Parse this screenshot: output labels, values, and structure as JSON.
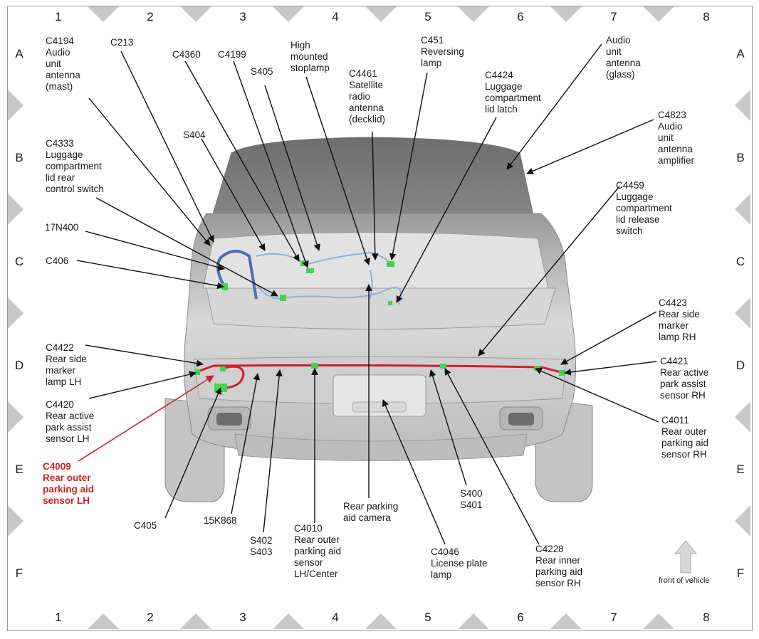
{
  "grid": {
    "columns": [
      "1",
      "2",
      "3",
      "4",
      "5",
      "6",
      "7",
      "8"
    ],
    "rows": [
      "A",
      "B",
      "C",
      "D",
      "E",
      "F"
    ]
  },
  "labels": {
    "c4194": "C4194\nAudio\nunit\nantenna\n(mast)",
    "c213": "C213",
    "c4360": "C4360",
    "c4199": "C4199",
    "s405": "S405",
    "high_stoplamp": "High\nmounted\nstoplamp",
    "c4461": "C4461\nSatellite\nradio\nantenna\n(decklid)",
    "c451": "C451\nReversing\nlamp",
    "c4424": "C4424\nLuggage\ncompartment\nlid latch",
    "audio_glass": "Audio\nunit\nantenna\n(glass)",
    "c4823": "C4823\nAudio\nunit\nantenna\namplifier",
    "c4333": "C4333\nLuggage\ncompartment\nlid rear\ncontrol switch",
    "s404": "S404",
    "c4459": "C4459\nLuggage\ncompartment\nlid release\nswitch",
    "n17n400": "17N400",
    "c406": "C406",
    "c4423": "C4423\nRear side\nmarker\nlamp RH",
    "c4422": "C4422\nRear side\nmarker\nlamp LH",
    "c4421": "C4421\nRear active\npark assist\nsensor RH",
    "c4420": "C4420\nRear active\npark assist\nsensor LH",
    "c4011": "C4011\nRear outer\nparking aid\nsensor RH",
    "c4009": "C4009\nRear outer\nparking aid\nsensor LH",
    "c405": "C405",
    "k15k868": "15K868",
    "s402": "S402\nS403",
    "c4010": "C4010\nRear outer\nparking aid\nsensor\nLH/Center",
    "camera": "Rear parking\naid camera",
    "s400": "S400\nS401",
    "c4046": "C4046\nLicense plate\nlamp",
    "c4228": "C4228\nRear inner\nparking aid\nsensor RH"
  },
  "legend": {
    "front_of_vehicle": "front of vehicle"
  },
  "colors": {
    "highlight": "#d0202a",
    "connector": "#3ed64a",
    "harness_blue": "#5b86c8",
    "harness_red": "#d0202a"
  }
}
